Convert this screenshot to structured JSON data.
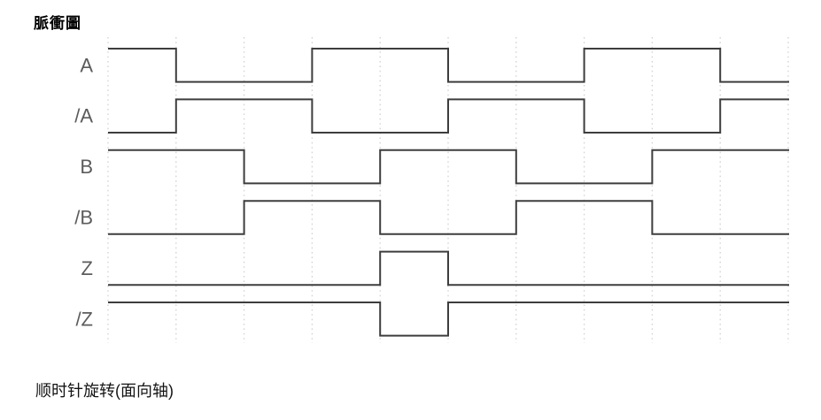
{
  "page": {
    "title": "脈衝圖",
    "caption": "顺时针旋转(面向轴)"
  },
  "colors": {
    "background": "#ffffff",
    "trace": "#3d3d3d",
    "grid": "#d2d2d2",
    "label": "#5c5c5c",
    "title_text": "#000000"
  },
  "chart_data": {
    "type": "timing",
    "title": "脈衝圖",
    "caption": "顺时针旋转(面向轴)",
    "time_divisions": 10,
    "grid": "vertical-dotted",
    "legend_position": "left",
    "signals": [
      {
        "name": "A",
        "levels": [
          1,
          0,
          0,
          1,
          1,
          0,
          0,
          1,
          1,
          0
        ]
      },
      {
        "name": "/A",
        "levels": [
          0,
          1,
          1,
          0,
          0,
          1,
          1,
          0,
          0,
          1
        ]
      },
      {
        "name": "B",
        "levels": [
          1,
          1,
          0,
          0,
          1,
          1,
          0,
          0,
          1,
          1
        ]
      },
      {
        "name": "/B",
        "levels": [
          0,
          0,
          1,
          1,
          0,
          0,
          1,
          1,
          0,
          0
        ]
      },
      {
        "name": "Z",
        "levels": [
          0,
          0,
          0,
          0,
          1,
          0,
          0,
          0,
          0,
          0
        ]
      },
      {
        "name": "/Z",
        "levels": [
          1,
          1,
          1,
          1,
          0,
          1,
          1,
          1,
          1,
          1
        ]
      }
    ]
  }
}
